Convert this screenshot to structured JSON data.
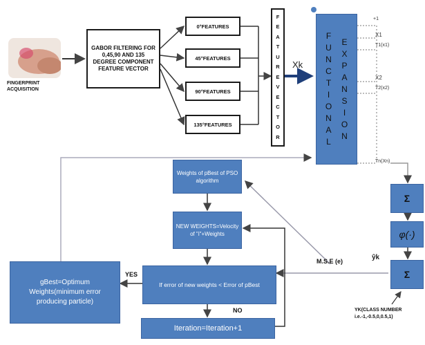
{
  "acquisition": {
    "label": "FINGERPRINT ACQUISITION"
  },
  "gabor": {
    "text": "GABOR FILTERING FOR 0,45,90 AND 135 DEGREE COMPONENT FEATURE VECTOR"
  },
  "features": [
    {
      "label": "0°FEATURES"
    },
    {
      "label": "45°FEATURES"
    },
    {
      "label": "90°FEATURES"
    },
    {
      "label": "135°FEATURES"
    }
  ],
  "feature_vector": {
    "letters": [
      "F",
      "E",
      "A",
      "T",
      "U",
      "R",
      "E",
      "V",
      "E",
      "C",
      "T",
      "O",
      "R"
    ]
  },
  "xk_label": "Xk",
  "functional": {
    "word1": [
      "F",
      "U",
      "N",
      "C",
      "T",
      "I",
      "O",
      "N",
      "A",
      "L"
    ],
    "word2": [
      "E",
      "X",
      "P",
      "A",
      "N",
      "S",
      "I",
      "O",
      "N"
    ]
  },
  "expansion_outputs": {
    "one": "+1",
    "x1": "X1",
    "t1": "T1(x1)",
    "x2": "X2",
    "t2": "T2(x2)",
    "tn": "Tn(Xn)"
  },
  "sum_top": "Σ",
  "phi": "φ(·)",
  "sum_bottom": "Σ",
  "yhat": "ŷk",
  "yk_class": "YK(CLASS NUMBER i.e.-1,-0.5,0,0.5,1)",
  "mse": "M.S.E (e)",
  "weights_pbest": "Weights of pBest of PSO algorithm",
  "new_weights": "NEW WEIGHTS=Velocity of \"i\"+Weights",
  "error_check": "If error of new weights < Error of pBest",
  "gbest": "gBest=Optimum Weights(minimum error producing particle)",
  "yes": "YES",
  "no": "NO",
  "iteration": "Iteration=Iteration+1"
}
